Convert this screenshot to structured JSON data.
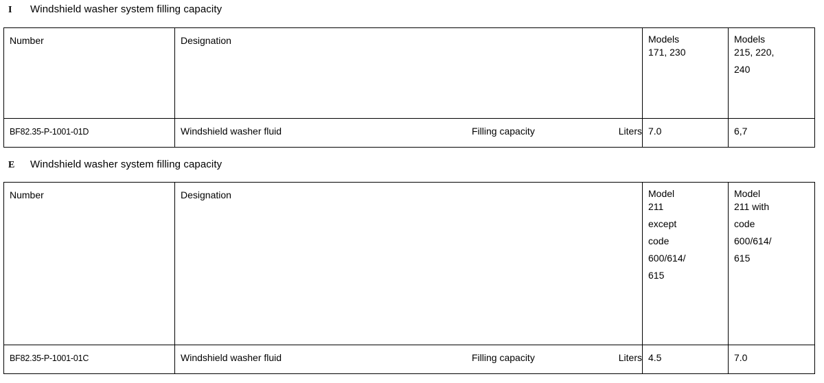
{
  "sections": [
    {
      "marker": "I",
      "title": "Windshield washer system filling capacity",
      "table": {
        "headers": {
          "number": "Number",
          "designation": "Designation",
          "value_col_1": [
            "Models",
            "171, 230"
          ],
          "value_col_2": [
            "Models",
            "215, 220,",
            "240"
          ]
        },
        "rows": [
          {
            "number": "BF82.35-P-1001-01D",
            "designation": "Windshield washer fluid",
            "property": "Filling capacity",
            "unit": "Liters",
            "value_1": "7.0",
            "value_2": "6,7"
          }
        ]
      }
    },
    {
      "marker": "E",
      "title": "Windshield washer system filling capacity",
      "table": {
        "headers": {
          "number": "Number",
          "designation": "Designation",
          "value_col_1": [
            "Model",
            "211",
            "except",
            "code",
            "600/614/",
            "615"
          ],
          "value_col_2": [
            "Model",
            "211 with",
            "code",
            "600/614/",
            "615"
          ]
        },
        "rows": [
          {
            "number": "BF82.35-P-1001-01C",
            "designation": "Windshield washer fluid",
            "property": "Filling capacity",
            "unit": "Liters",
            "value_1": "4.5",
            "value_2": "7.0"
          }
        ]
      }
    }
  ],
  "colors": {
    "background": "#ffffff",
    "text": "#000000",
    "border": "#000000"
  }
}
